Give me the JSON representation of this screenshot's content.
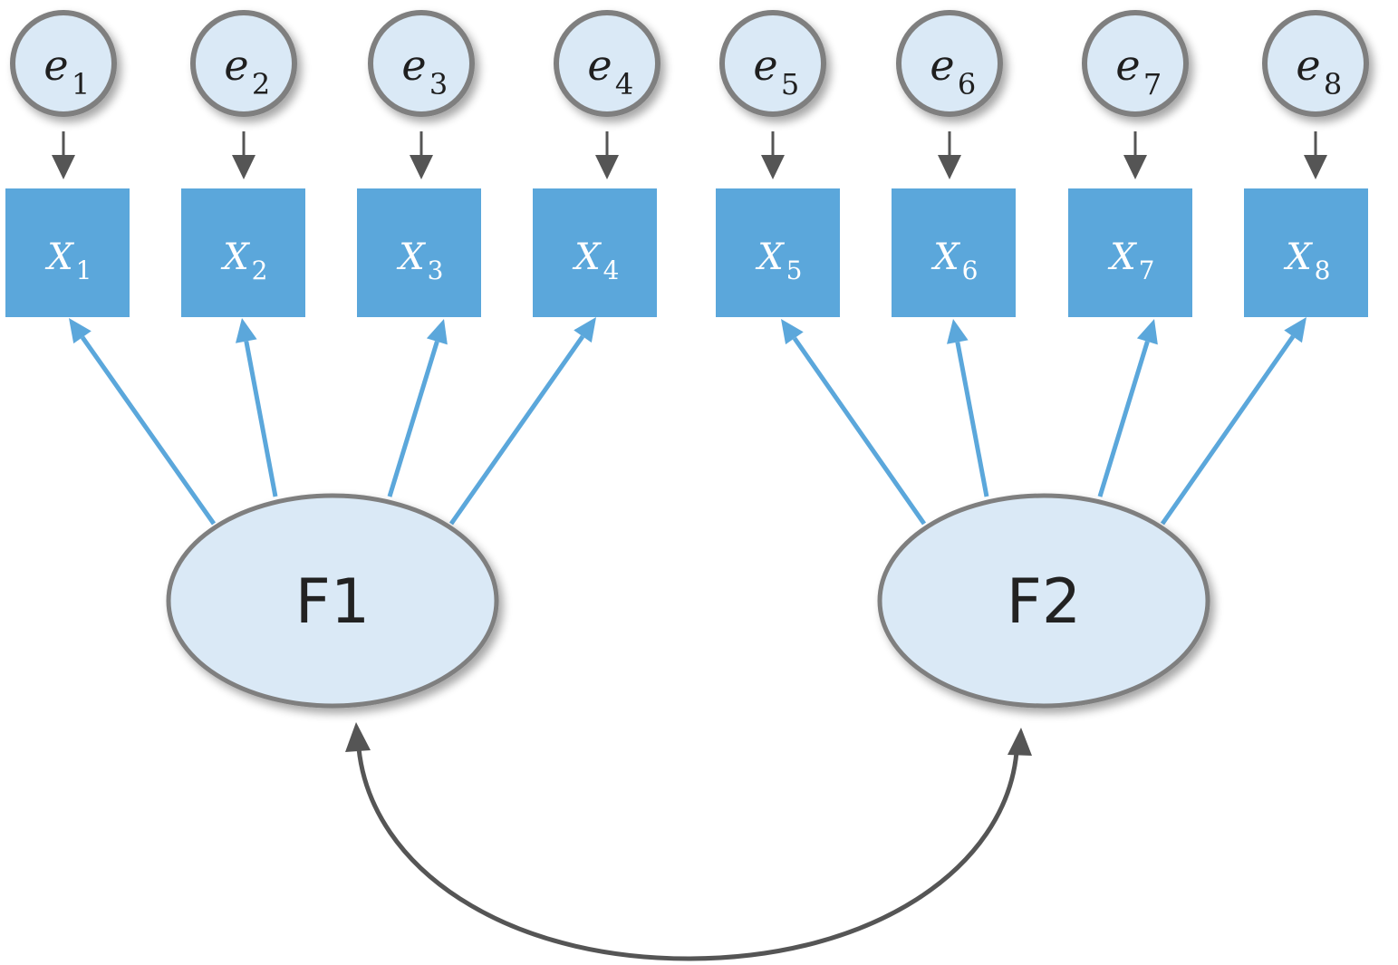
{
  "diagram": {
    "type": "confirmatory factor analysis path diagram",
    "colors": {
      "observed_fill": "#5ba7db",
      "latent_fill": "#dae9f6",
      "node_stroke": "#7f7f7f",
      "loading_arrow": "#5ba7db",
      "error_arrow": "#555555",
      "covariance_arc": "#555555",
      "label_dark": "#1f1f1f",
      "label_light": "#ffffff"
    },
    "errors": [
      {
        "id": "e1",
        "base": "e",
        "sub": "1",
        "target": "X1"
      },
      {
        "id": "e2",
        "base": "e",
        "sub": "2",
        "target": "X2"
      },
      {
        "id": "e3",
        "base": "e",
        "sub": "3",
        "target": "X3"
      },
      {
        "id": "e4",
        "base": "e",
        "sub": "4",
        "target": "X4"
      },
      {
        "id": "e5",
        "base": "e",
        "sub": "5",
        "target": "X5"
      },
      {
        "id": "e6",
        "base": "e",
        "sub": "6",
        "target": "X6"
      },
      {
        "id": "e7",
        "base": "e",
        "sub": "7",
        "target": "X7"
      },
      {
        "id": "e8",
        "base": "e",
        "sub": "8",
        "target": "X8"
      }
    ],
    "observed": [
      {
        "id": "X1",
        "base": "X",
        "sub": "1",
        "factor": "F1"
      },
      {
        "id": "X2",
        "base": "X",
        "sub": "2",
        "factor": "F1"
      },
      {
        "id": "X3",
        "base": "X",
        "sub": "3",
        "factor": "F1"
      },
      {
        "id": "X4",
        "base": "X",
        "sub": "4",
        "factor": "F1"
      },
      {
        "id": "X5",
        "base": "X",
        "sub": "5",
        "factor": "F2"
      },
      {
        "id": "X6",
        "base": "X",
        "sub": "6",
        "factor": "F2"
      },
      {
        "id": "X7",
        "base": "X",
        "sub": "7",
        "factor": "F2"
      },
      {
        "id": "X8",
        "base": "X",
        "sub": "8",
        "factor": "F2"
      }
    ],
    "factors": [
      {
        "id": "F1",
        "label": "F1"
      },
      {
        "id": "F2",
        "label": "F2"
      }
    ],
    "covariance": {
      "from": "F1",
      "to": "F2",
      "bidirectional": true
    }
  }
}
